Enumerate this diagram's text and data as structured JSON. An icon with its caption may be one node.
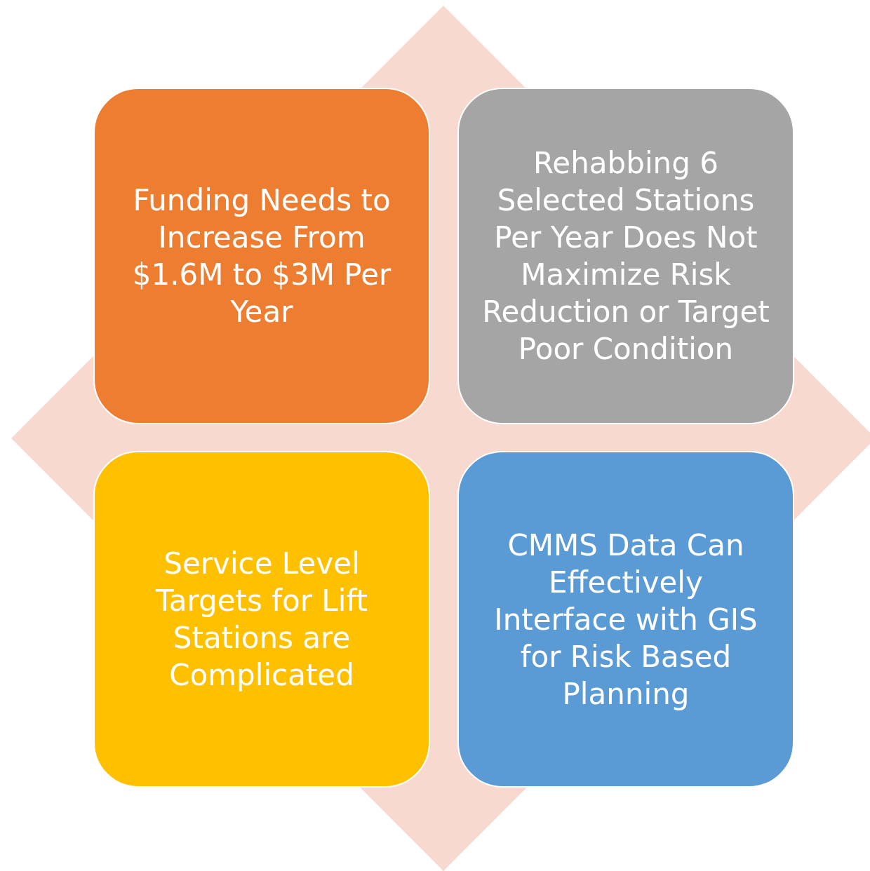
{
  "diagram": {
    "nodes": [
      {
        "text": [
          "Funding Needs to Increase From $1.6M to $3M Per Year"
        ]
      },
      {
        "text": [
          "Rehabbing 6 Selected Stations Per Year Does Not Maximize Risk Reduction or Target Poor Condition"
        ]
      },
      {
        "text": [
          "Service Level Targets for Lift Stations are Complicated"
        ]
      },
      {
        "text": [
          "CMMS Data Can Effectively Interface with GIS for Risk Based Planning"
        ]
      }
    ],
    "edges": []
  }
}
